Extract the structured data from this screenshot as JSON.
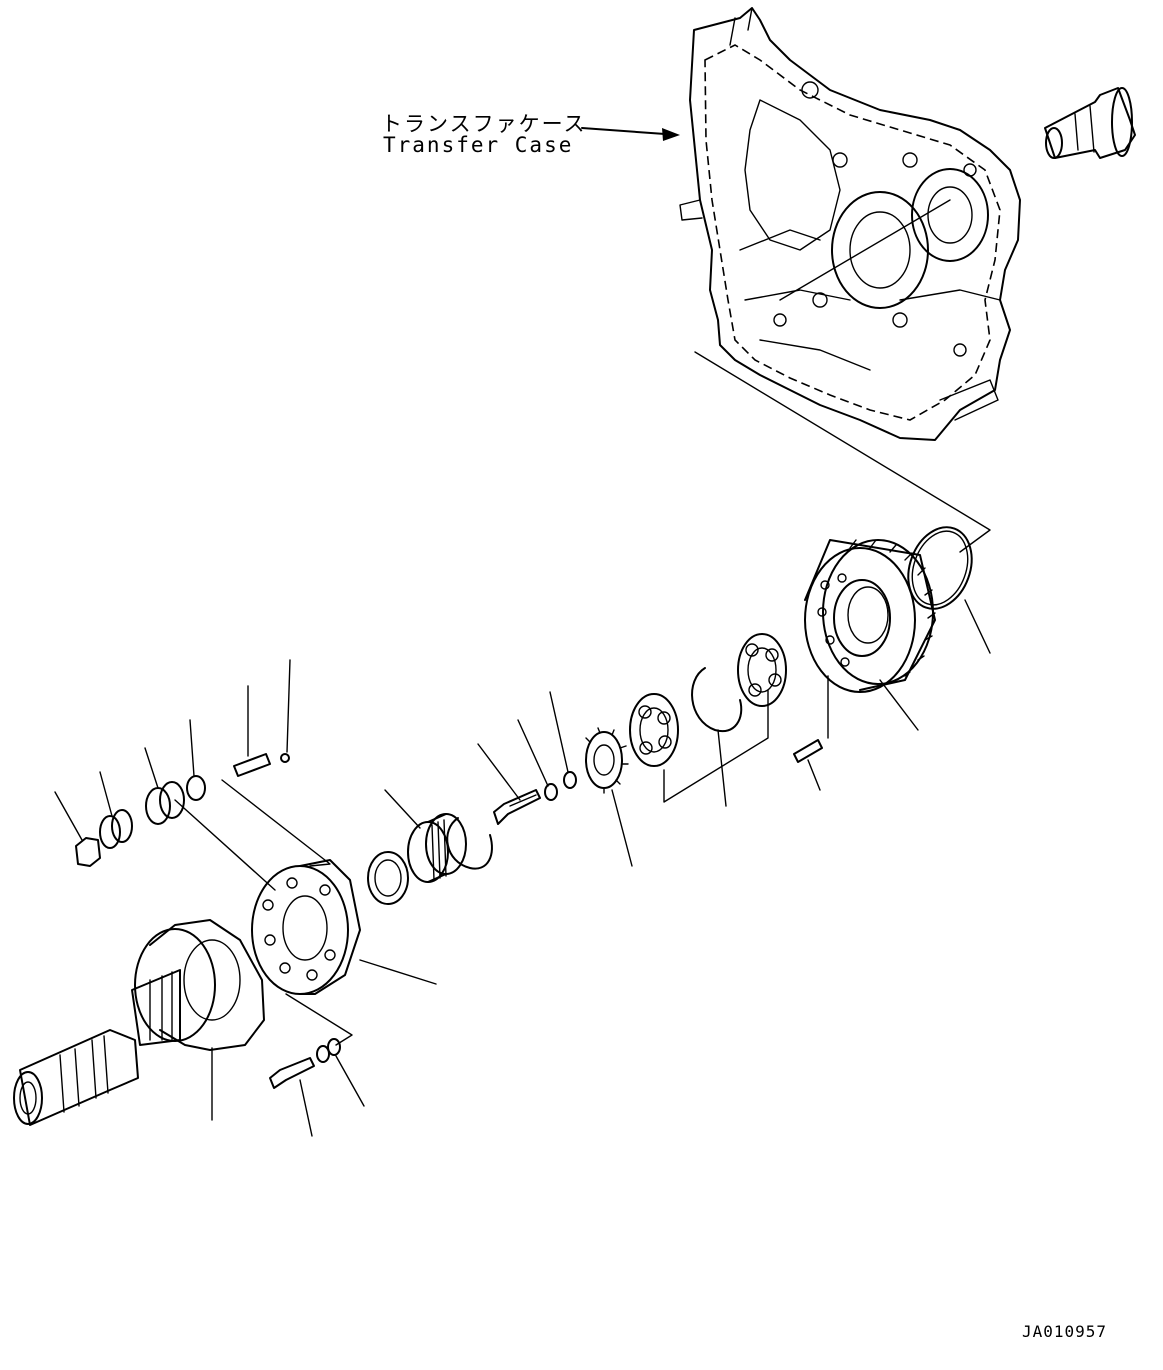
{
  "callout": {
    "name_jp": "トランスファケース",
    "name_en": "Transfer Case"
  },
  "drawing_number": "JA010957"
}
